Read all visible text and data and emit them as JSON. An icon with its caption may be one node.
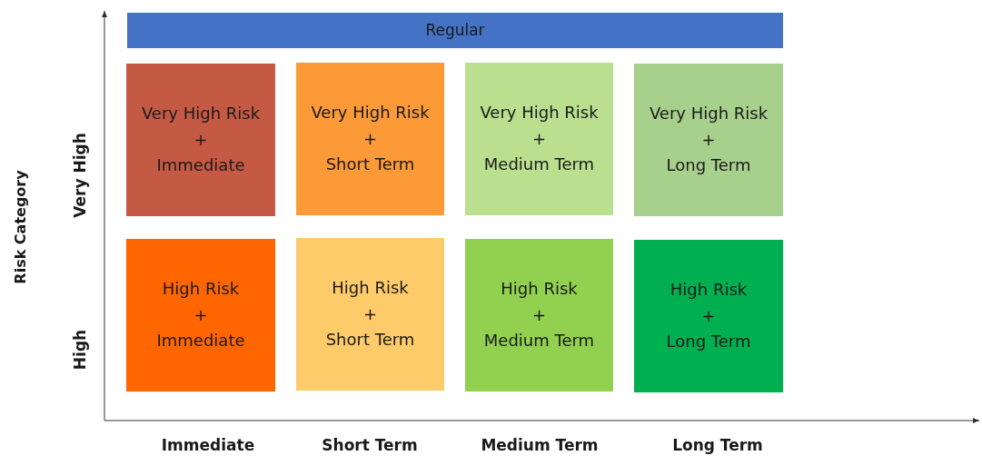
{
  "diagram": {
    "nodes": [
      {
        "text": [
          "Regular"
        ]
      },
      {
        "text": [
          "Very High Risk",
          "+",
          "Immediate"
        ]
      },
      {
        "text": [
          "Very High Risk",
          "+",
          "Short Term"
        ]
      },
      {
        "text": [
          "Very High Risk",
          "+",
          "Medium Term"
        ]
      },
      {
        "text": [
          "Very High Risk",
          "+",
          "Long Term"
        ]
      },
      {
        "text": [
          "High Risk",
          "+",
          "Immediate"
        ]
      },
      {
        "text": [
          "High Risk",
          "+",
          "Short Term"
        ]
      },
      {
        "text": [
          "High Risk",
          "+",
          "Medium Term"
        ]
      },
      {
        "text": [
          "High Risk",
          "+",
          "Long Term"
        ]
      }
    ],
    "labels": [
      "Risk Category",
      "Very High",
      "High",
      "Immediate",
      "Short Term",
      "Medium Term",
      "Long Term"
    ]
  }
}
